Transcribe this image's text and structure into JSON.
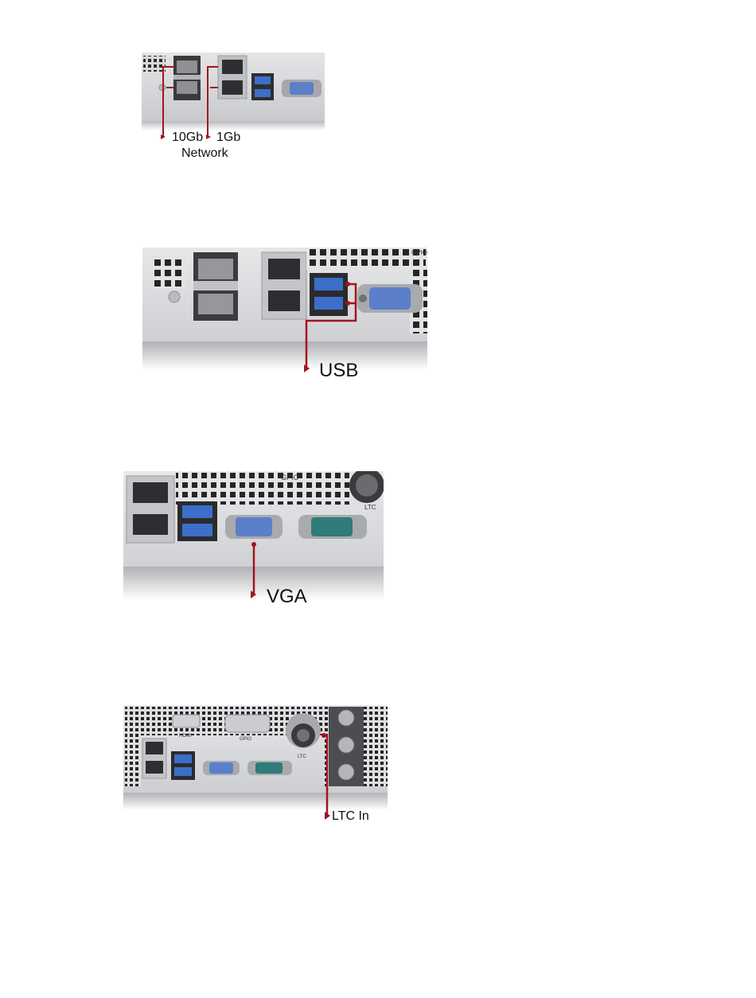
{
  "figures": [
    {
      "name": "network-ports",
      "panel_labels": [],
      "callouts": [
        "10Gb",
        "1Gb",
        "Network"
      ]
    },
    {
      "name": "usb-ports",
      "panel_labels": [
        "GPIO"
      ],
      "callouts": [
        "USB"
      ]
    },
    {
      "name": "vga-port",
      "panel_labels": [
        "GPIO",
        "LTC"
      ],
      "callouts": [
        "VGA"
      ]
    },
    {
      "name": "ltc-input",
      "panel_labels": [
        "HDMI",
        "GPIO",
        "LTC"
      ],
      "callouts": [
        "LTC In"
      ]
    }
  ],
  "colors": {
    "callout": "#a3141e",
    "panel": "#d9dadc",
    "usb_blue": "#3b6fc9",
    "vga_blue": "#5b7fc8",
    "serial_teal": "#2f7c78"
  }
}
